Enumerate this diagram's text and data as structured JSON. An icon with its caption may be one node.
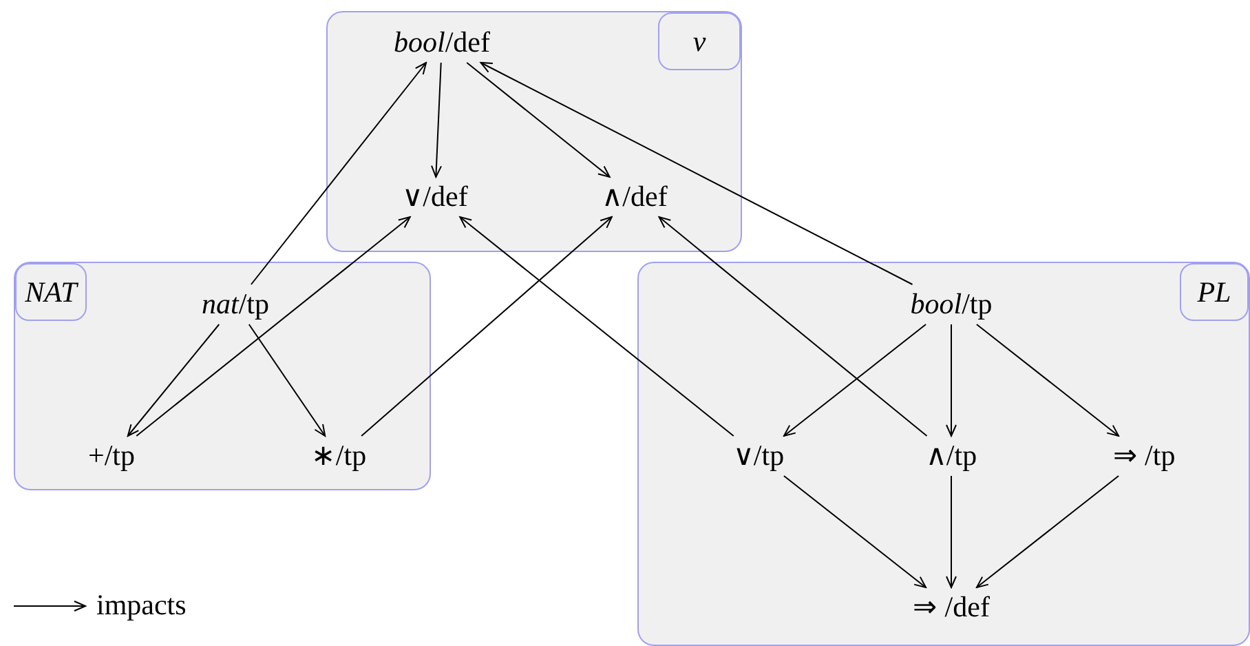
{
  "diagram": {
    "nodes": [
      {
        "text": [
          "*v*"
        ]
      },
      {
        "text": [
          "*bool*/def"
        ],
        "in": 0
      },
      {
        "text": [
          "∨/def"
        ],
        "in": 0
      },
      {
        "text": [
          "∧/def"
        ],
        "in": 0
      },
      {
        "text": [
          "*NAT*"
        ]
      },
      {
        "text": [
          "*nat*/tp"
        ],
        "in": 4
      },
      {
        "text": [
          "+/tp"
        ],
        "in": 4
      },
      {
        "text": [
          "∗/tp"
        ],
        "in": 4
      },
      {
        "text": [
          "*PL*"
        ]
      },
      {
        "text": [
          "*bool*/tp"
        ],
        "in": 8
      },
      {
        "text": [
          "∨/tp"
        ],
        "in": 8
      },
      {
        "text": [
          "∧/tp"
        ],
        "in": 8
      },
      {
        "text": [
          "⇒ /tp"
        ],
        "in": 8
      },
      {
        "text": [
          "⇒ /def"
        ],
        "in": 8
      }
    ],
    "edges": [
      {
        "from": 5,
        "to": 1,
        "arrow": "to"
      },
      {
        "from": 1,
        "to": 2,
        "arrow": "to"
      },
      {
        "from": 1,
        "to": 3,
        "arrow": "to"
      },
      {
        "from": 9,
        "to": 1,
        "arrow": "to"
      },
      {
        "from": 5,
        "to": 6,
        "arrow": "to"
      },
      {
        "from": 5,
        "to": 7,
        "arrow": "to"
      },
      {
        "from": 6,
        "to": 2,
        "arrow": "to"
      },
      {
        "from": 7,
        "to": 3,
        "arrow": "to"
      },
      {
        "from": 10,
        "to": 2,
        "arrow": "to"
      },
      {
        "from": 11,
        "to": 3,
        "arrow": "to"
      },
      {
        "from": 9,
        "to": 10,
        "arrow": "to"
      },
      {
        "from": 9,
        "to": 11,
        "arrow": "to"
      },
      {
        "from": 9,
        "to": 12,
        "arrow": "to"
      },
      {
        "from": 10,
        "to": 13,
        "arrow": "to"
      },
      {
        "from": 11,
        "to": 13,
        "arrow": "to"
      },
      {
        "from": 12,
        "to": 13,
        "arrow": "to"
      }
    ],
    "legend": [
      {
        "text": "impacts"
      }
    ]
  }
}
